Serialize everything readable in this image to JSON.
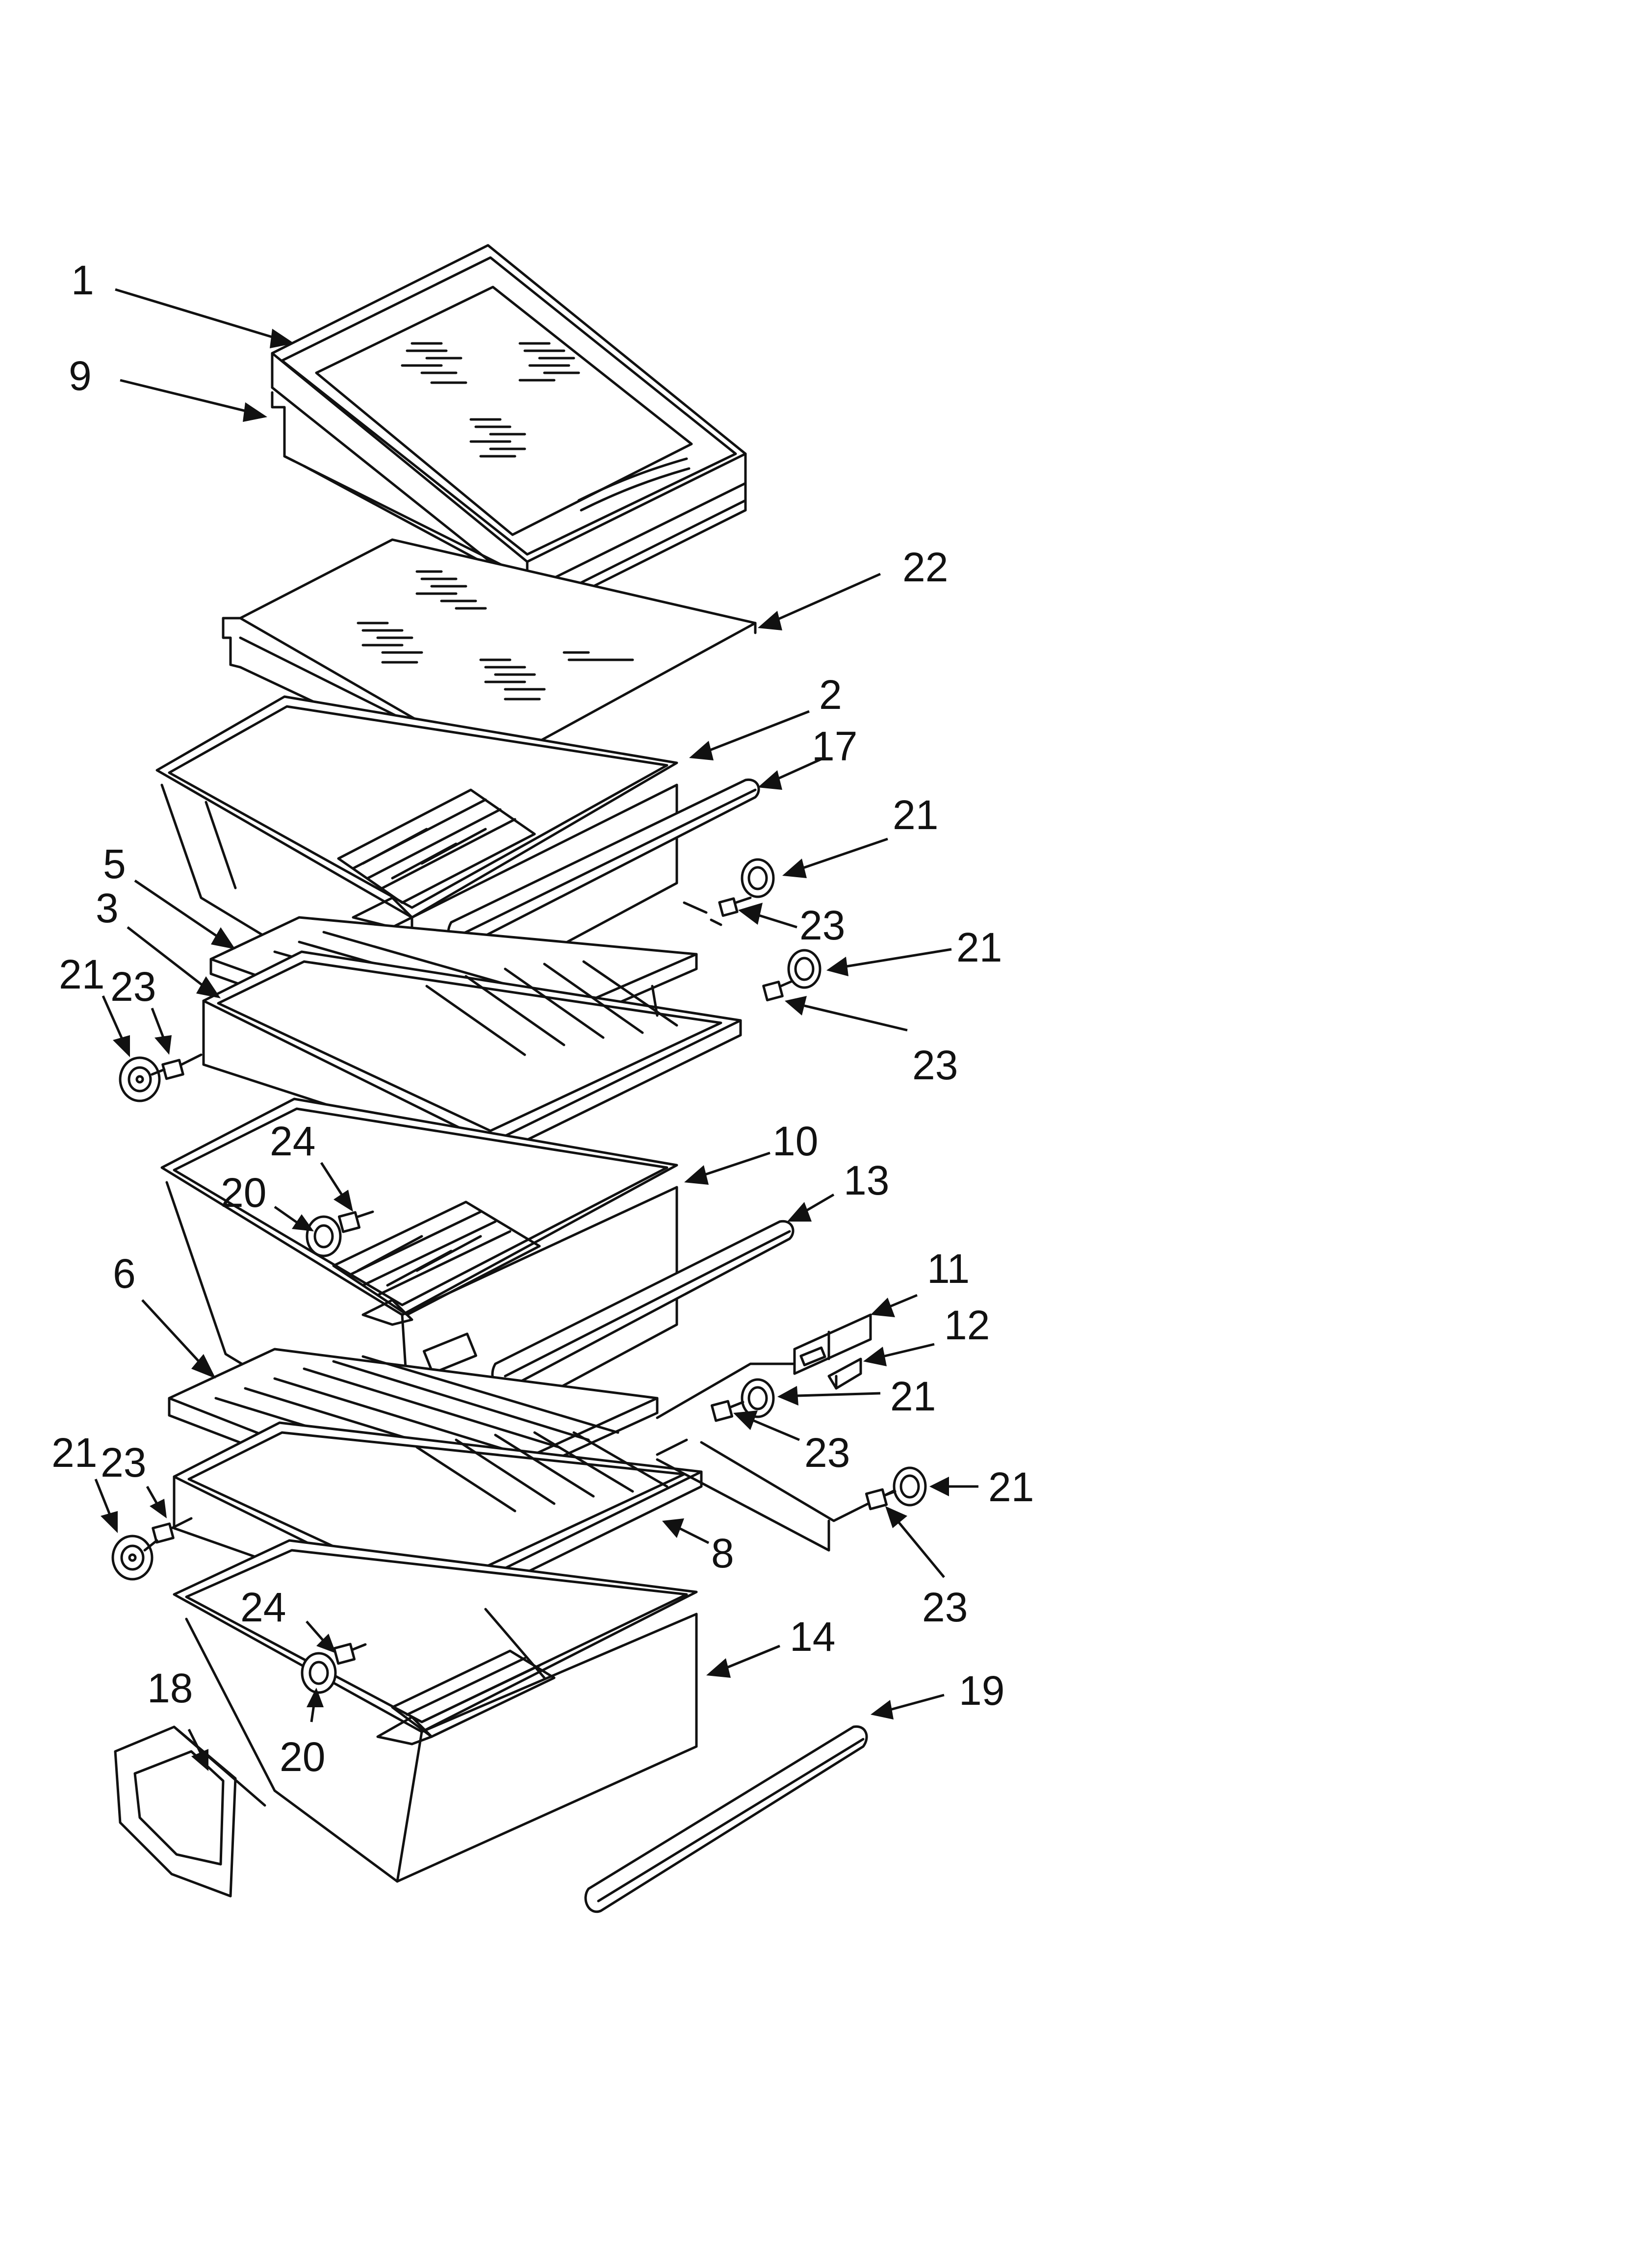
{
  "colors": {
    "ink": "#111111",
    "paper": "#ffffff"
  },
  "callouts": [
    {
      "id": "c1",
      "label": "1"
    },
    {
      "id": "c9",
      "label": "9"
    },
    {
      "id": "c22",
      "label": "22"
    },
    {
      "id": "c2",
      "label": "2"
    },
    {
      "id": "c17",
      "label": "17"
    },
    {
      "id": "c21a",
      "label": "21"
    },
    {
      "id": "c23a",
      "label": "23"
    },
    {
      "id": "c21b",
      "label": "21"
    },
    {
      "id": "c23b",
      "label": "23"
    },
    {
      "id": "c5",
      "label": "5"
    },
    {
      "id": "c3",
      "label": "3"
    },
    {
      "id": "c21c",
      "label": "21"
    },
    {
      "id": "c23c",
      "label": "23"
    },
    {
      "id": "c10",
      "label": "10"
    },
    {
      "id": "c13",
      "label": "13"
    },
    {
      "id": "c24a",
      "label": "24"
    },
    {
      "id": "c20a",
      "label": "20"
    },
    {
      "id": "c6",
      "label": "6"
    },
    {
      "id": "c11",
      "label": "11"
    },
    {
      "id": "c12",
      "label": "12"
    },
    {
      "id": "c21d",
      "label": "21"
    },
    {
      "id": "c23d",
      "label": "23"
    },
    {
      "id": "c21e",
      "label": "21"
    },
    {
      "id": "c23e",
      "label": "23"
    },
    {
      "id": "c8",
      "label": "8"
    },
    {
      "id": "c21f",
      "label": "21"
    },
    {
      "id": "c23f",
      "label": "23"
    },
    {
      "id": "c24b",
      "label": "24"
    },
    {
      "id": "c20b",
      "label": "20"
    },
    {
      "id": "c14",
      "label": "14"
    },
    {
      "id": "c18",
      "label": "18"
    },
    {
      "id": "c19",
      "label": "19"
    }
  ]
}
